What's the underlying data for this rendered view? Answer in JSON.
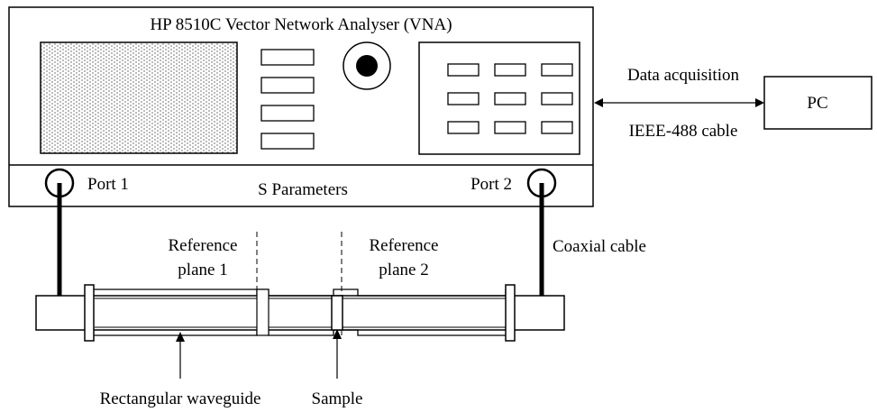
{
  "vna": {
    "title": "HP 8510C Vector Network Analyser (VNA)",
    "s_parameters_label": "S Parameters",
    "port1_label": "Port 1",
    "port2_label": "Port 2"
  },
  "pc": {
    "label": "PC"
  },
  "link": {
    "data_label": "Data acquisition",
    "cable_label": "IEEE-488 cable"
  },
  "coax": {
    "label": "Coaxial cable"
  },
  "reference_planes": {
    "plane1_line1": "Reference",
    "plane1_line2": "plane 1",
    "plane2_line1": "Reference",
    "plane2_line2": "plane 2"
  },
  "waveguide": {
    "label": "Rectangular waveguide"
  },
  "sample": {
    "label": "Sample"
  }
}
